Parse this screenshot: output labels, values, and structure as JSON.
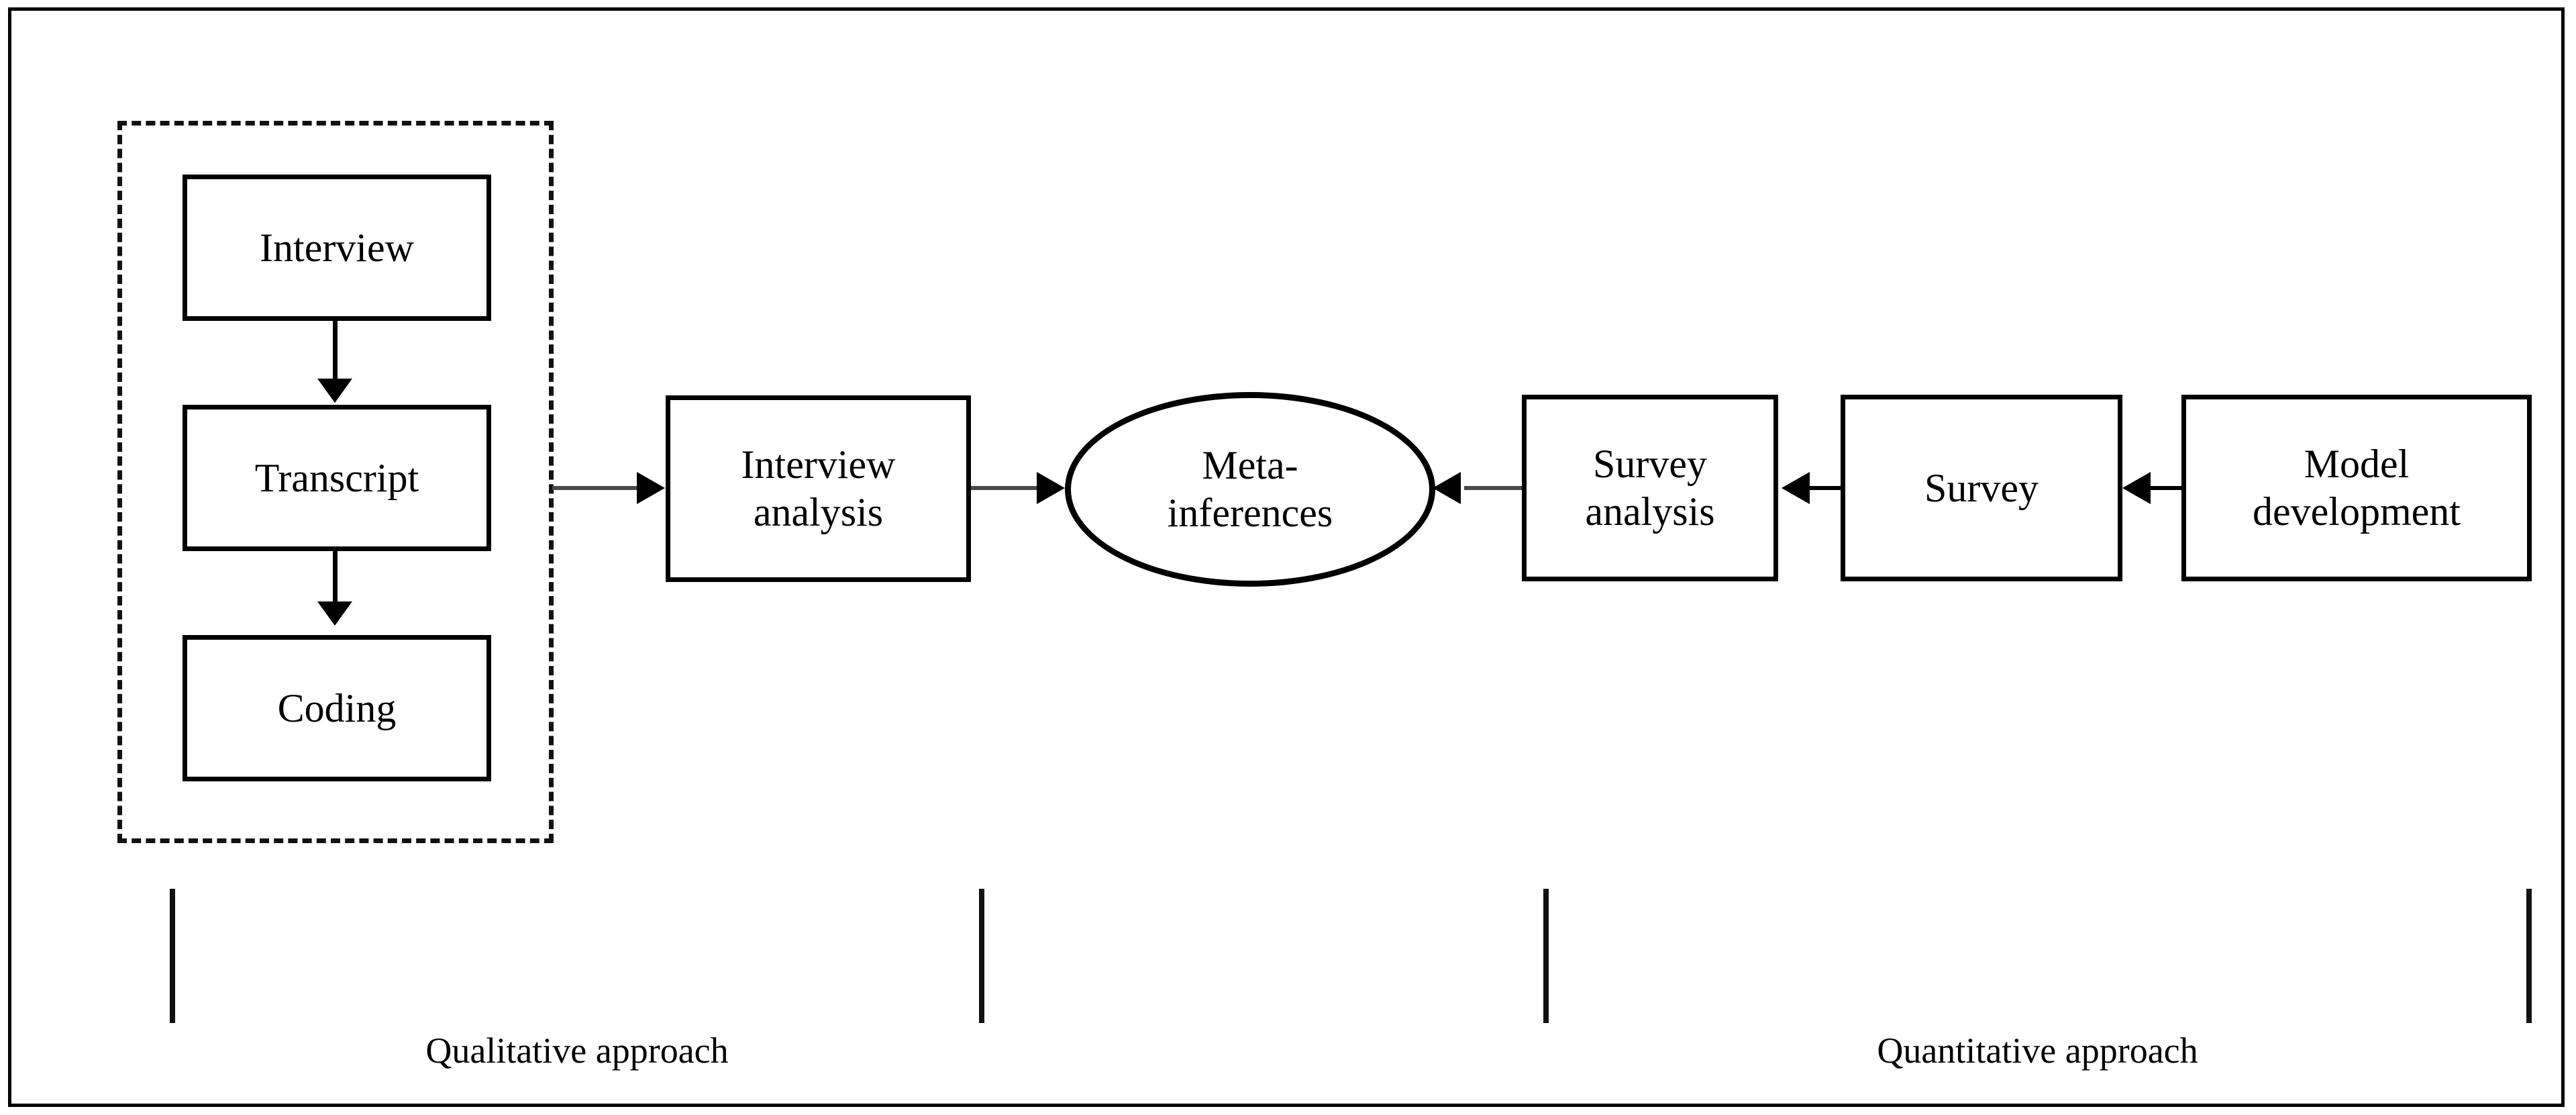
{
  "figure": {
    "type": "mixed-methods-research-design-flowchart",
    "orientation": "horizontal",
    "background_color": "#ffffff",
    "line_color": "#000000",
    "outer_border": "solid"
  },
  "qualitative_group": {
    "border_style": "dashed",
    "steps": [
      {
        "id": "interview",
        "label": "Interview"
      },
      {
        "id": "transcript",
        "label": "Transcript"
      },
      {
        "id": "coding",
        "label": "Coding"
      }
    ]
  },
  "analysis_nodes": {
    "interview_analysis": {
      "label": "Interview\nanalysis"
    },
    "survey_analysis": {
      "label": "Survey\nanalysis"
    },
    "survey": {
      "label": "Survey"
    },
    "model_development": {
      "label": "Model\ndevelopment"
    }
  },
  "convergence_node": {
    "shape": "ellipse",
    "label": "Meta-\ninferences"
  },
  "brackets": [
    {
      "id": "qualitative",
      "caption": "Qualitative approach"
    },
    {
      "id": "quantitative",
      "caption": "Quantitative approach"
    }
  ],
  "connectors": [
    {
      "from": "interview",
      "to": "transcript",
      "direction": "down"
    },
    {
      "from": "transcript",
      "to": "coding",
      "direction": "down"
    },
    {
      "from": "qualitative_group",
      "to": "interview_analysis",
      "direction": "right"
    },
    {
      "from": "interview_analysis",
      "to": "meta_inferences",
      "direction": "right"
    },
    {
      "from": "survey_analysis",
      "to": "meta_inferences",
      "direction": "left"
    },
    {
      "from": "survey",
      "to": "survey_analysis",
      "direction": "left"
    },
    {
      "from": "model_development",
      "to": "survey",
      "direction": "left"
    }
  ]
}
